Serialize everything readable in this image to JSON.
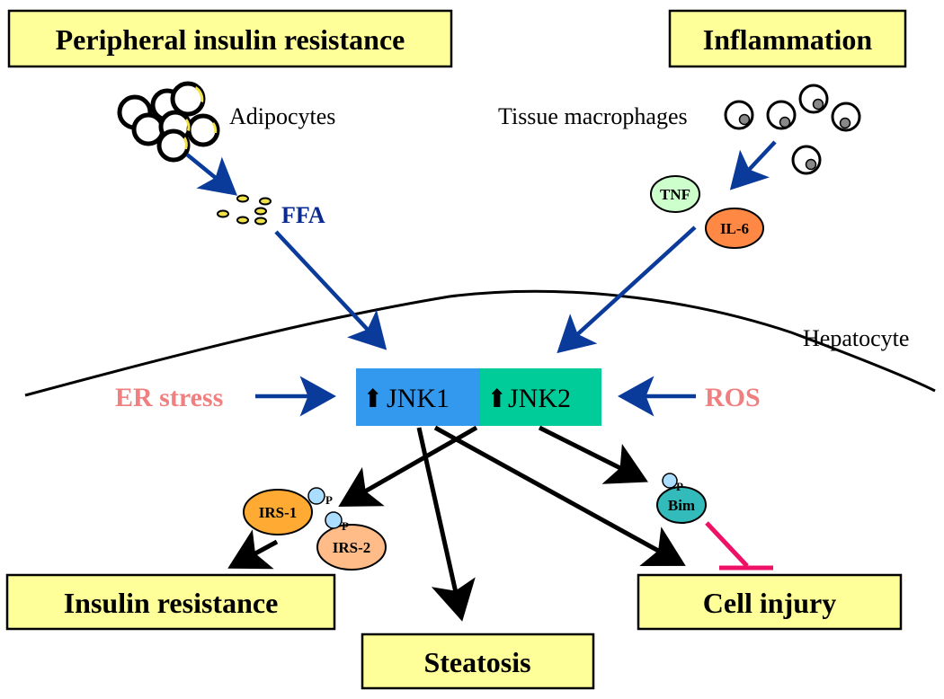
{
  "boxes": {
    "peripheral": "Peripheral insulin resistance",
    "inflammation": "Inflammation",
    "insulin_resistance": "Insulin resistance",
    "steatosis": "Steatosis",
    "cell_injury": "Cell injury"
  },
  "labels": {
    "adipocytes": "Adipocytes",
    "ffa": "FFA",
    "tissue_macrophages": "Tissue macrophages",
    "tnf": "TNF",
    "il6": "IL-6",
    "hepatocyte": "Hepatocyte",
    "er_stress": "ER stress",
    "ros": "ROS",
    "jnk1": "JNK1",
    "jnk2": "JNK2",
    "irs1": "IRS-1",
    "irs2": "IRS-2",
    "bim": "Bim",
    "p": "P"
  },
  "colors": {
    "box_fill": "#ffff99",
    "blue_arrow": "#0a3a9a",
    "jnk1": "#3399ee",
    "jnk2": "#00cc99",
    "pink": "#f08080",
    "inhibit": "#ee1166",
    "tnf": "#ccffcc",
    "il6": "#ff8844",
    "irs1": "#ffaa33",
    "irs2": "#ffbb88",
    "bim": "#33bbbb"
  },
  "icons": {
    "arrow_up": "⬆"
  }
}
